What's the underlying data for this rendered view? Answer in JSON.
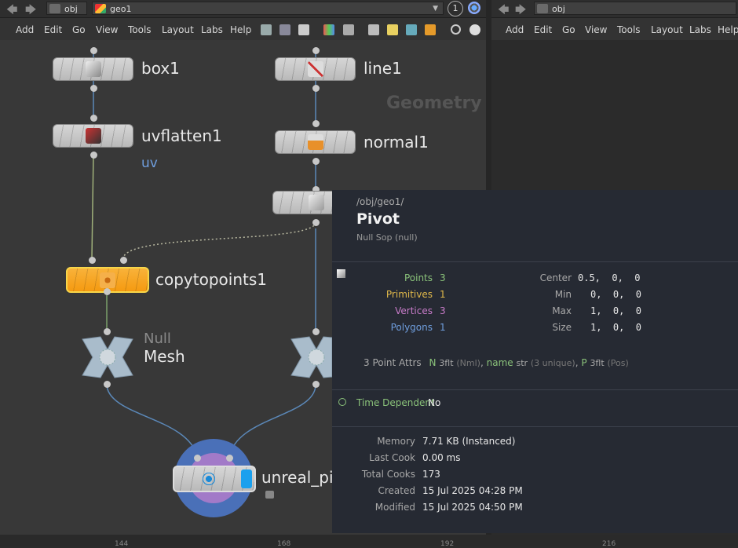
{
  "left_pane": {
    "path": {
      "root": "obj",
      "current": "geo1"
    },
    "badge_number": "1",
    "menu": [
      "Add",
      "Edit",
      "Go",
      "View",
      "Tools",
      "Layout",
      "Labs",
      "Help"
    ],
    "watermark": "Geometry",
    "nodes": {
      "box": "box1",
      "line": "line1",
      "uvflatten": "uvflatten1",
      "uv_flag": "uv",
      "normal": "normal1",
      "copytopoints": "copytopoints1",
      "null_type": "Null",
      "mesh": "Mesh",
      "unreal": "unreal_pi"
    }
  },
  "right_pane": {
    "path": {
      "root": "obj"
    },
    "menu": [
      "Add",
      "Edit",
      "Go",
      "View",
      "Tools",
      "Layout",
      "Labs",
      "Help"
    ]
  },
  "info": {
    "path": "/obj/geo1/",
    "title": "Pivot",
    "subtitle": "Null Sop (null)",
    "counts": [
      {
        "label": "Points",
        "value": "3",
        "color": "#8ac27a"
      },
      {
        "label": "Primitives",
        "value": "1",
        "color": "#e0b84a"
      },
      {
        "label": "Vertices",
        "value": "3",
        "color": "#c77bc8"
      },
      {
        "label": "Polygons",
        "value": "1",
        "color": "#6f9ede"
      }
    ],
    "bounds": [
      {
        "label": "Center",
        "value": "0.5,  0,  0"
      },
      {
        "label": "Min",
        "value": "0,  0,  0"
      },
      {
        "label": "Max",
        "value": "1,  0,  0"
      },
      {
        "label": "Size",
        "value": "1,  0,  0"
      }
    ],
    "point_attrs": {
      "label": "3 Point Attrs",
      "a1_name": "N",
      "a1_type": "3flt",
      "a1_note": "(Nml)",
      "a2_name": "name",
      "a2_type": "str",
      "a2_note": "(3 unique)",
      "a3_name": "P",
      "a3_type": "3flt",
      "a3_note": "(Pos)"
    },
    "time_dependent": {
      "label": "Time Dependent",
      "value": "No"
    },
    "stats": [
      {
        "label": "Memory",
        "value": "7.71 KB (Instanced)"
      },
      {
        "label": "Last Cook",
        "value": "0.00 ms"
      },
      {
        "label": "Total Cooks",
        "value": "173"
      },
      {
        "label": "Created",
        "value": "15 Jul 2025 04:28 PM"
      },
      {
        "label": "Modified",
        "value": "15 Jul 2025 04:50 PM"
      }
    ]
  },
  "timeline_ticks": [
    "144",
    "168",
    "192",
    "216"
  ],
  "colors": {
    "accent_orange": "#f5a623",
    "selected_border": "#f7d64a",
    "wire_blue": "#5b88b8"
  }
}
